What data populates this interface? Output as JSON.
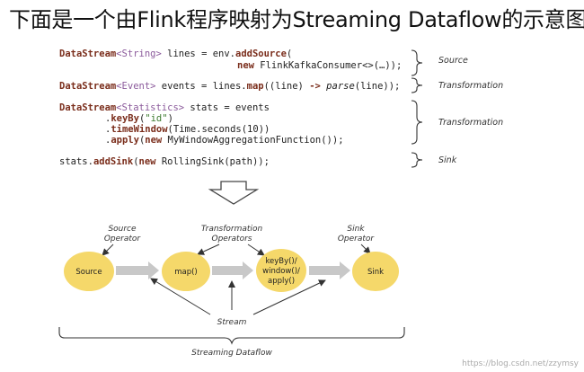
{
  "title": "下面是一个由Flink程序映射为Streaming Dataflow的示意图",
  "code": {
    "l1": {
      "type": "DataStream",
      "lt": "<",
      "generic": "String",
      "gt": ">",
      "rest1": " lines = env.",
      "method": "addSource",
      "rest2": "("
    },
    "l2": {
      "kw": "new",
      "rest": " FlinkKafkaConsumer<>(…));"
    },
    "l3": {
      "type": "DataStream",
      "lt": "<",
      "generic": "Event",
      "gt": ">",
      "rest1": " events = lines.",
      "method": "map",
      "rest2": "((line) ",
      "arrow": "->",
      "space": " ",
      "fn": "parse",
      "rest3": "(line));"
    },
    "l4": {
      "type": "DataStream",
      "lt": "<",
      "generic": "Statistics",
      "gt": ">",
      "rest1": " stats = events"
    },
    "l5": {
      "dot": ".",
      "method": "keyBy",
      "open": "(",
      "str": "\"id\"",
      "close": ")"
    },
    "l6": {
      "dot": ".",
      "method": "timeWindow",
      "rest": "(Time.seconds(10))"
    },
    "l7": {
      "dot": ".",
      "method": "apply",
      "open": "(",
      "kw": "new",
      "rest": " MyWindowAggregationFunction());"
    },
    "l8": {
      "rest1": "stats.",
      "method": "addSink",
      "open": "(",
      "kw": "new",
      "rest2": " RollingSink(path));"
    }
  },
  "brace_labels": {
    "source": "Source",
    "transformation1": "Transformation",
    "transformation2": "Transformation",
    "sink": "Sink"
  },
  "diagram": {
    "source_operator": [
      "Source",
      "Operator"
    ],
    "transformation_operators": [
      "Transformation",
      "Operators"
    ],
    "sink_operator": [
      "Sink",
      "Operator"
    ],
    "nodes": {
      "source": "Source",
      "map": "map()",
      "window": [
        "keyBy()/",
        "window()/",
        "apply()"
      ],
      "sink": "Sink"
    },
    "stream_label": "Stream",
    "dataflow_label": "Streaming Dataflow"
  },
  "colors": {
    "node_fill": "#f5d86a",
    "arrow_fill": "#c8c8c8",
    "keyword": "#7a2d1b",
    "type": "#8b5a9b",
    "string": "#3c7a2e"
  },
  "watermark": "https://blog.csdn.net/zzymsy"
}
